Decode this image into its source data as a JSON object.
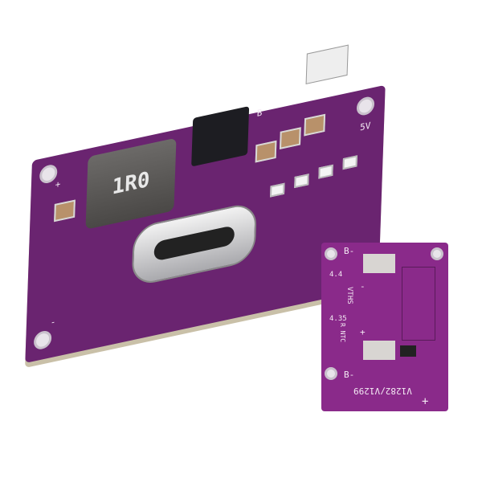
{
  "board_front": {
    "inductor_marking": "1R0",
    "labels": {
      "plus": "+",
      "minus": "-",
      "v5": "5V",
      "b": "B"
    }
  },
  "board_back": {
    "model": "V1282/V1299",
    "labels": {
      "b_minus_top": "B-",
      "b_minus_bottom": "B-",
      "v44": "4.4",
      "vths": "VTHS",
      "v435": "4.35",
      "r_ntc": "R NTC",
      "plus": "+",
      "minus": "-"
    }
  },
  "colors": {
    "pcb": "#6a2470",
    "pcb_back": "#8a2a8a",
    "silk": "#f4eaf4"
  }
}
